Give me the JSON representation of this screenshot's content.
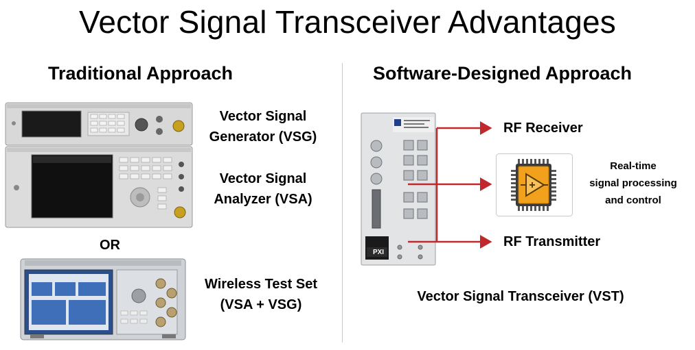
{
  "title": "Vector Signal Transceiver Advantages",
  "traditional": {
    "heading": "Traditional Approach",
    "vsg_line1": "Vector Signal",
    "vsg_line2": "Generator (VSG)",
    "vsa_line1": "Vector Signal",
    "vsa_line2": "Analyzer (VSA)",
    "or": "OR",
    "wts_line1": "Wireless Test Set",
    "wts_line2": "(VSA + VSG)"
  },
  "software": {
    "heading": "Software-Designed Approach",
    "rf_receiver": "RF Receiver",
    "processing_line1": "Real-time",
    "processing_line2": "signal processing",
    "processing_line3": "and control",
    "rf_transmitter": "RF Transmitter",
    "vst_caption": "Vector Signal Transceiver (VST)",
    "pxi_label": "PXI"
  },
  "colors": {
    "arrow": "#c0282d",
    "chip_orange": "#f2a11d",
    "chip_body": "#3a3a3a"
  }
}
